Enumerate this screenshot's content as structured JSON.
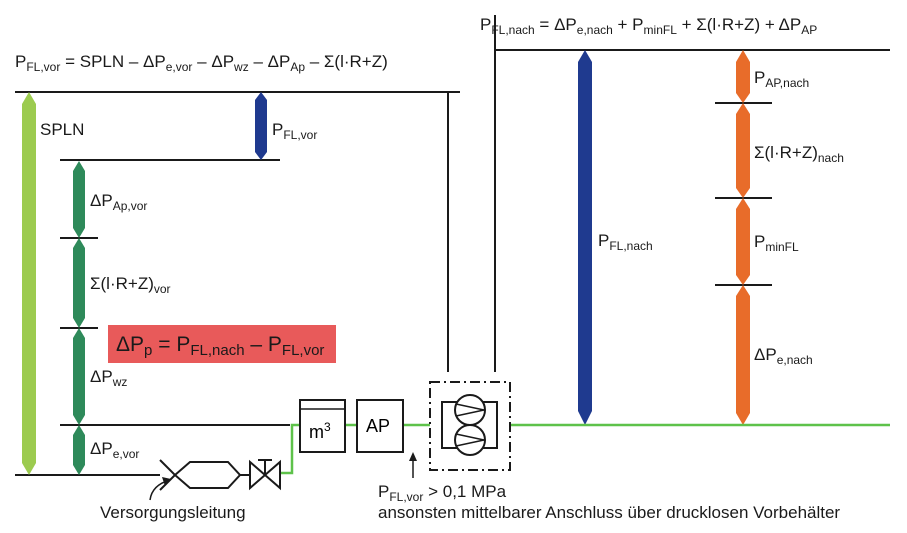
{
  "formulas": {
    "top": {
      "parts": [
        {
          "t": "P"
        },
        {
          "t": "FL,nach",
          "s": 1
        },
        {
          "t": " = ΔP"
        },
        {
          "t": "e,nach",
          "s": 1
        },
        {
          "t": " + P"
        },
        {
          "t": "minFL",
          "s": 1
        },
        {
          "t": " + Σ(l·R+Z) + ΔP"
        },
        {
          "t": "AP",
          "s": 1
        }
      ]
    },
    "left": {
      "parts": [
        {
          "t": "P"
        },
        {
          "t": "FL,vor",
          "s": 1
        },
        {
          "t": " = SPLN – ΔP"
        },
        {
          "t": "e,vor",
          "s": 1
        },
        {
          "t": " – ΔP"
        },
        {
          "t": "wz",
          "s": 1
        },
        {
          "t": " – ΔP"
        },
        {
          "t": "Ap",
          "s": 1
        },
        {
          "t": " – Σ(l·R+Z)"
        }
      ]
    }
  },
  "labels": {
    "spln": {
      "parts": [
        {
          "t": "SPLN"
        }
      ]
    },
    "pfl_vor": {
      "parts": [
        {
          "t": "P"
        },
        {
          "t": "FL,vor",
          "s": 1
        }
      ]
    },
    "dp_ap_vor": {
      "parts": [
        {
          "t": "ΔP"
        },
        {
          "t": "Ap,vor",
          "s": 1
        }
      ]
    },
    "sum_vor": {
      "parts": [
        {
          "t": "Σ(l·R+Z)"
        },
        {
          "t": "vor",
          "s": 1
        }
      ]
    },
    "dp_wz": {
      "parts": [
        {
          "t": "ΔP"
        },
        {
          "t": "wz",
          "s": 1
        }
      ]
    },
    "dp_e_vor": {
      "parts": [
        {
          "t": "ΔP"
        },
        {
          "t": "e,vor",
          "s": 1
        }
      ]
    },
    "pfl_nach": {
      "parts": [
        {
          "t": "P"
        },
        {
          "t": "FL,nach",
          "s": 1
        }
      ]
    },
    "p_ap_nach": {
      "parts": [
        {
          "t": "P"
        },
        {
          "t": "AP,nach",
          "s": 1
        }
      ]
    },
    "sum_nach": {
      "parts": [
        {
          "t": "Σ(l·R+Z)"
        },
        {
          "t": "nach",
          "s": 1
        }
      ]
    },
    "p_min_fl": {
      "parts": [
        {
          "t": "P"
        },
        {
          "t": "minFL",
          "s": 1
        }
      ]
    },
    "dp_e_nach": {
      "parts": [
        {
          "t": "ΔP"
        },
        {
          "t": "e,nach",
          "s": 1
        }
      ]
    },
    "highlight": {
      "parts": [
        {
          "t": "ΔP"
        },
        {
          "t": "p",
          "s": 1
        },
        {
          "t": " = P"
        },
        {
          "t": "FL,nach",
          "s": 1
        },
        {
          "t": " – P"
        },
        {
          "t": "FL,vor",
          "s": 1
        }
      ]
    },
    "condition": {
      "parts": [
        {
          "t": "P"
        },
        {
          "t": "FL,vor",
          "s": 1
        },
        {
          "t": " > 0,1 MPa"
        }
      ]
    },
    "note": {
      "parts": [
        {
          "t": "ansonsten mittelbarer Anschluss über drucklosen Vorbehälter"
        }
      ]
    },
    "supply_line": {
      "parts": [
        {
          "t": "Versorgungsleitung"
        }
      ]
    }
  },
  "boxes": {
    "meter": {
      "main": "m",
      "sup": "3"
    },
    "ap": "AP"
  },
  "colors": {
    "light_green": "#9ccb4f",
    "dark_green": "#2e8a5a",
    "navy": "#1f3a8f",
    "orange": "#e86c2a",
    "pipe_green": "#5ec24a",
    "highlight_bg": "#e85a5a",
    "line": "#1a1a1a"
  }
}
